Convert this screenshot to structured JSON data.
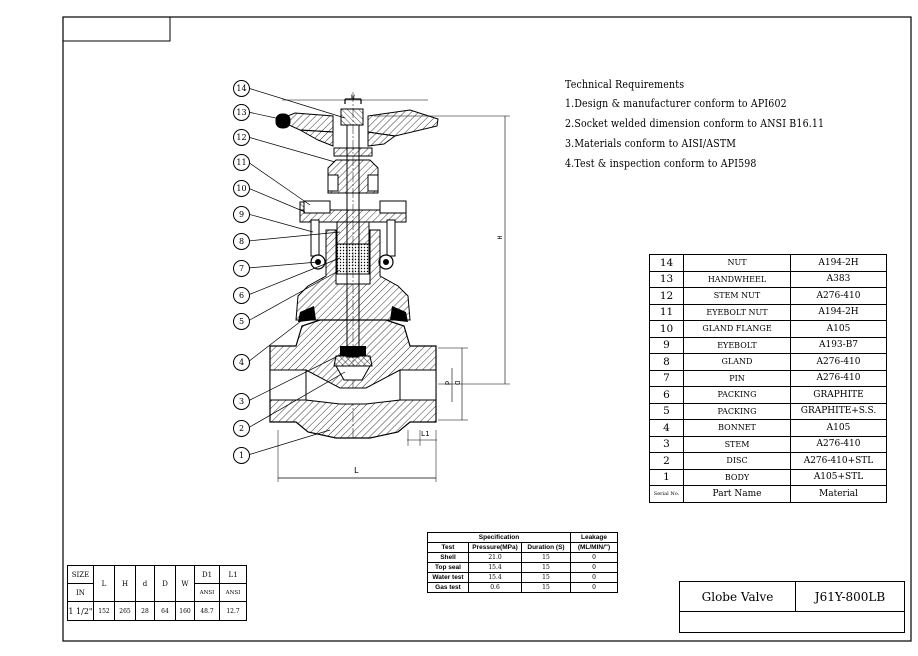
{
  "technical_requirements": {
    "title": "Technical Requirements",
    "items": [
      "1.Design & manufacturer conform to API602",
      "2.Socket welded dimension conform to ANSI B16.11",
      "3.Materials conform to AISI/ASTM",
      "4.Test & inspection conform to API598"
    ]
  },
  "callouts": [
    "14",
    "13",
    "12",
    "11",
    "10",
    "9",
    "8",
    "7",
    "6",
    "5",
    "4",
    "3",
    "2",
    "1"
  ],
  "drawing_labels": {
    "W": "W",
    "H": "H",
    "L": "L",
    "L1": "L1",
    "D": "D",
    "d": "d"
  },
  "bom": {
    "rows": [
      {
        "no": "14",
        "part": "NUT",
        "material": "A194-2H"
      },
      {
        "no": "13",
        "part": "HANDWHEEL",
        "material": "A383"
      },
      {
        "no": "12",
        "part": "STEM NUT",
        "material": "A276-410"
      },
      {
        "no": "11",
        "part": "EYEBOLT NUT",
        "material": "A194-2H"
      },
      {
        "no": "10",
        "part": "GLAND FLANGE",
        "material": "A105"
      },
      {
        "no": "9",
        "part": "EYEBOLT",
        "material": "A193-B7"
      },
      {
        "no": "8",
        "part": "GLAND",
        "material": "A276-410"
      },
      {
        "no": "7",
        "part": "PIN",
        "material": "A276-410"
      },
      {
        "no": "6",
        "part": "PACKING",
        "material": "GRAPHITE"
      },
      {
        "no": "5",
        "part": "PACKING",
        "material": "GRAPHITE+S.S."
      },
      {
        "no": "4",
        "part": "BONNET",
        "material": "A105"
      },
      {
        "no": "3",
        "part": "STEM",
        "material": "A276-410"
      },
      {
        "no": "2",
        "part": "DISC",
        "material": "A276-410+STL"
      },
      {
        "no": "1",
        "part": "BODY",
        "material": "A105+STL"
      }
    ],
    "header": {
      "no": "Serial No.",
      "part": "Part Name",
      "material": "Material"
    }
  },
  "spec_table": {
    "group_spec": "Specification",
    "group_leak": "Leakage",
    "col_test": "Test",
    "col_pressure": "Pressure(MPa)",
    "col_duration": "Duration (S)",
    "col_leak": "(ML/MIN/\")",
    "rows": [
      {
        "test": "Shell",
        "pressure": "21.0",
        "duration": "15",
        "leak": "0"
      },
      {
        "test": "Top seal",
        "pressure": "15.4",
        "duration": "15",
        "leak": "0"
      },
      {
        "test": "Water test",
        "pressure": "15.4",
        "duration": "15",
        "leak": "0"
      },
      {
        "test": "Gas test",
        "pressure": "0.6",
        "duration": "15",
        "leak": "0"
      }
    ]
  },
  "dim_table": {
    "size": "SIZE",
    "in": "IN",
    "L": "L",
    "H": "H",
    "d": "d",
    "D": "D",
    "W": "W",
    "D1": "D1",
    "L1": "L1",
    "ansi1": "ANSI",
    "ansi2": "ANSI",
    "values": {
      "size": "1 1/2\"",
      "L": "152",
      "H": "265",
      "d": "28",
      "D": "64",
      "W": "160",
      "D1": "48.7",
      "L1": "12.7"
    }
  },
  "title_block": {
    "name": "Globe Valve",
    "code": "J61Y-800LB"
  }
}
